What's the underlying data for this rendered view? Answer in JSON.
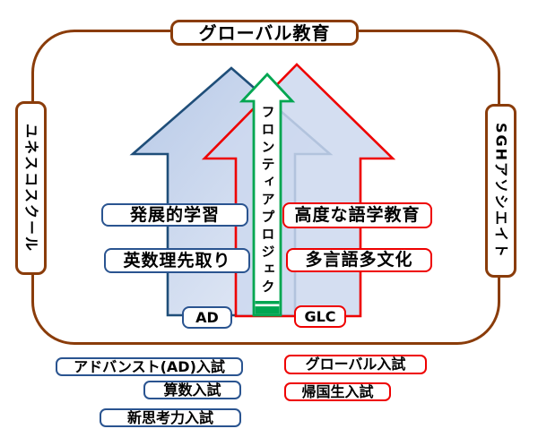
{
  "colors": {
    "frame_brown": "#8a3c0a",
    "arrow_navy": "#1f4e79",
    "box_navy": "#2a5490",
    "accent_red": "#ee0000",
    "accent_green": "#00a651",
    "arrow_fill_blue": "#ccd8ee"
  },
  "frame": {
    "top_label": "グローバル教育",
    "left_label": "ユネスコスクール",
    "right_label": "SGHアソシエイト"
  },
  "diagram": {
    "center_arrow_label": "フロンティアプロジェク",
    "blue_track": {
      "labels": [
        "発展的学習",
        "英数理先取り"
      ],
      "footer": "AD"
    },
    "red_track": {
      "labels": [
        "高度な語学教育",
        "多言語多文化"
      ],
      "footer": "GLC"
    }
  },
  "admissions": {
    "left": [
      "アドバンスト(AD)入試",
      "算数入試",
      "新思考力入試"
    ],
    "right": [
      "グローバル入試",
      "帰国生入試"
    ]
  }
}
